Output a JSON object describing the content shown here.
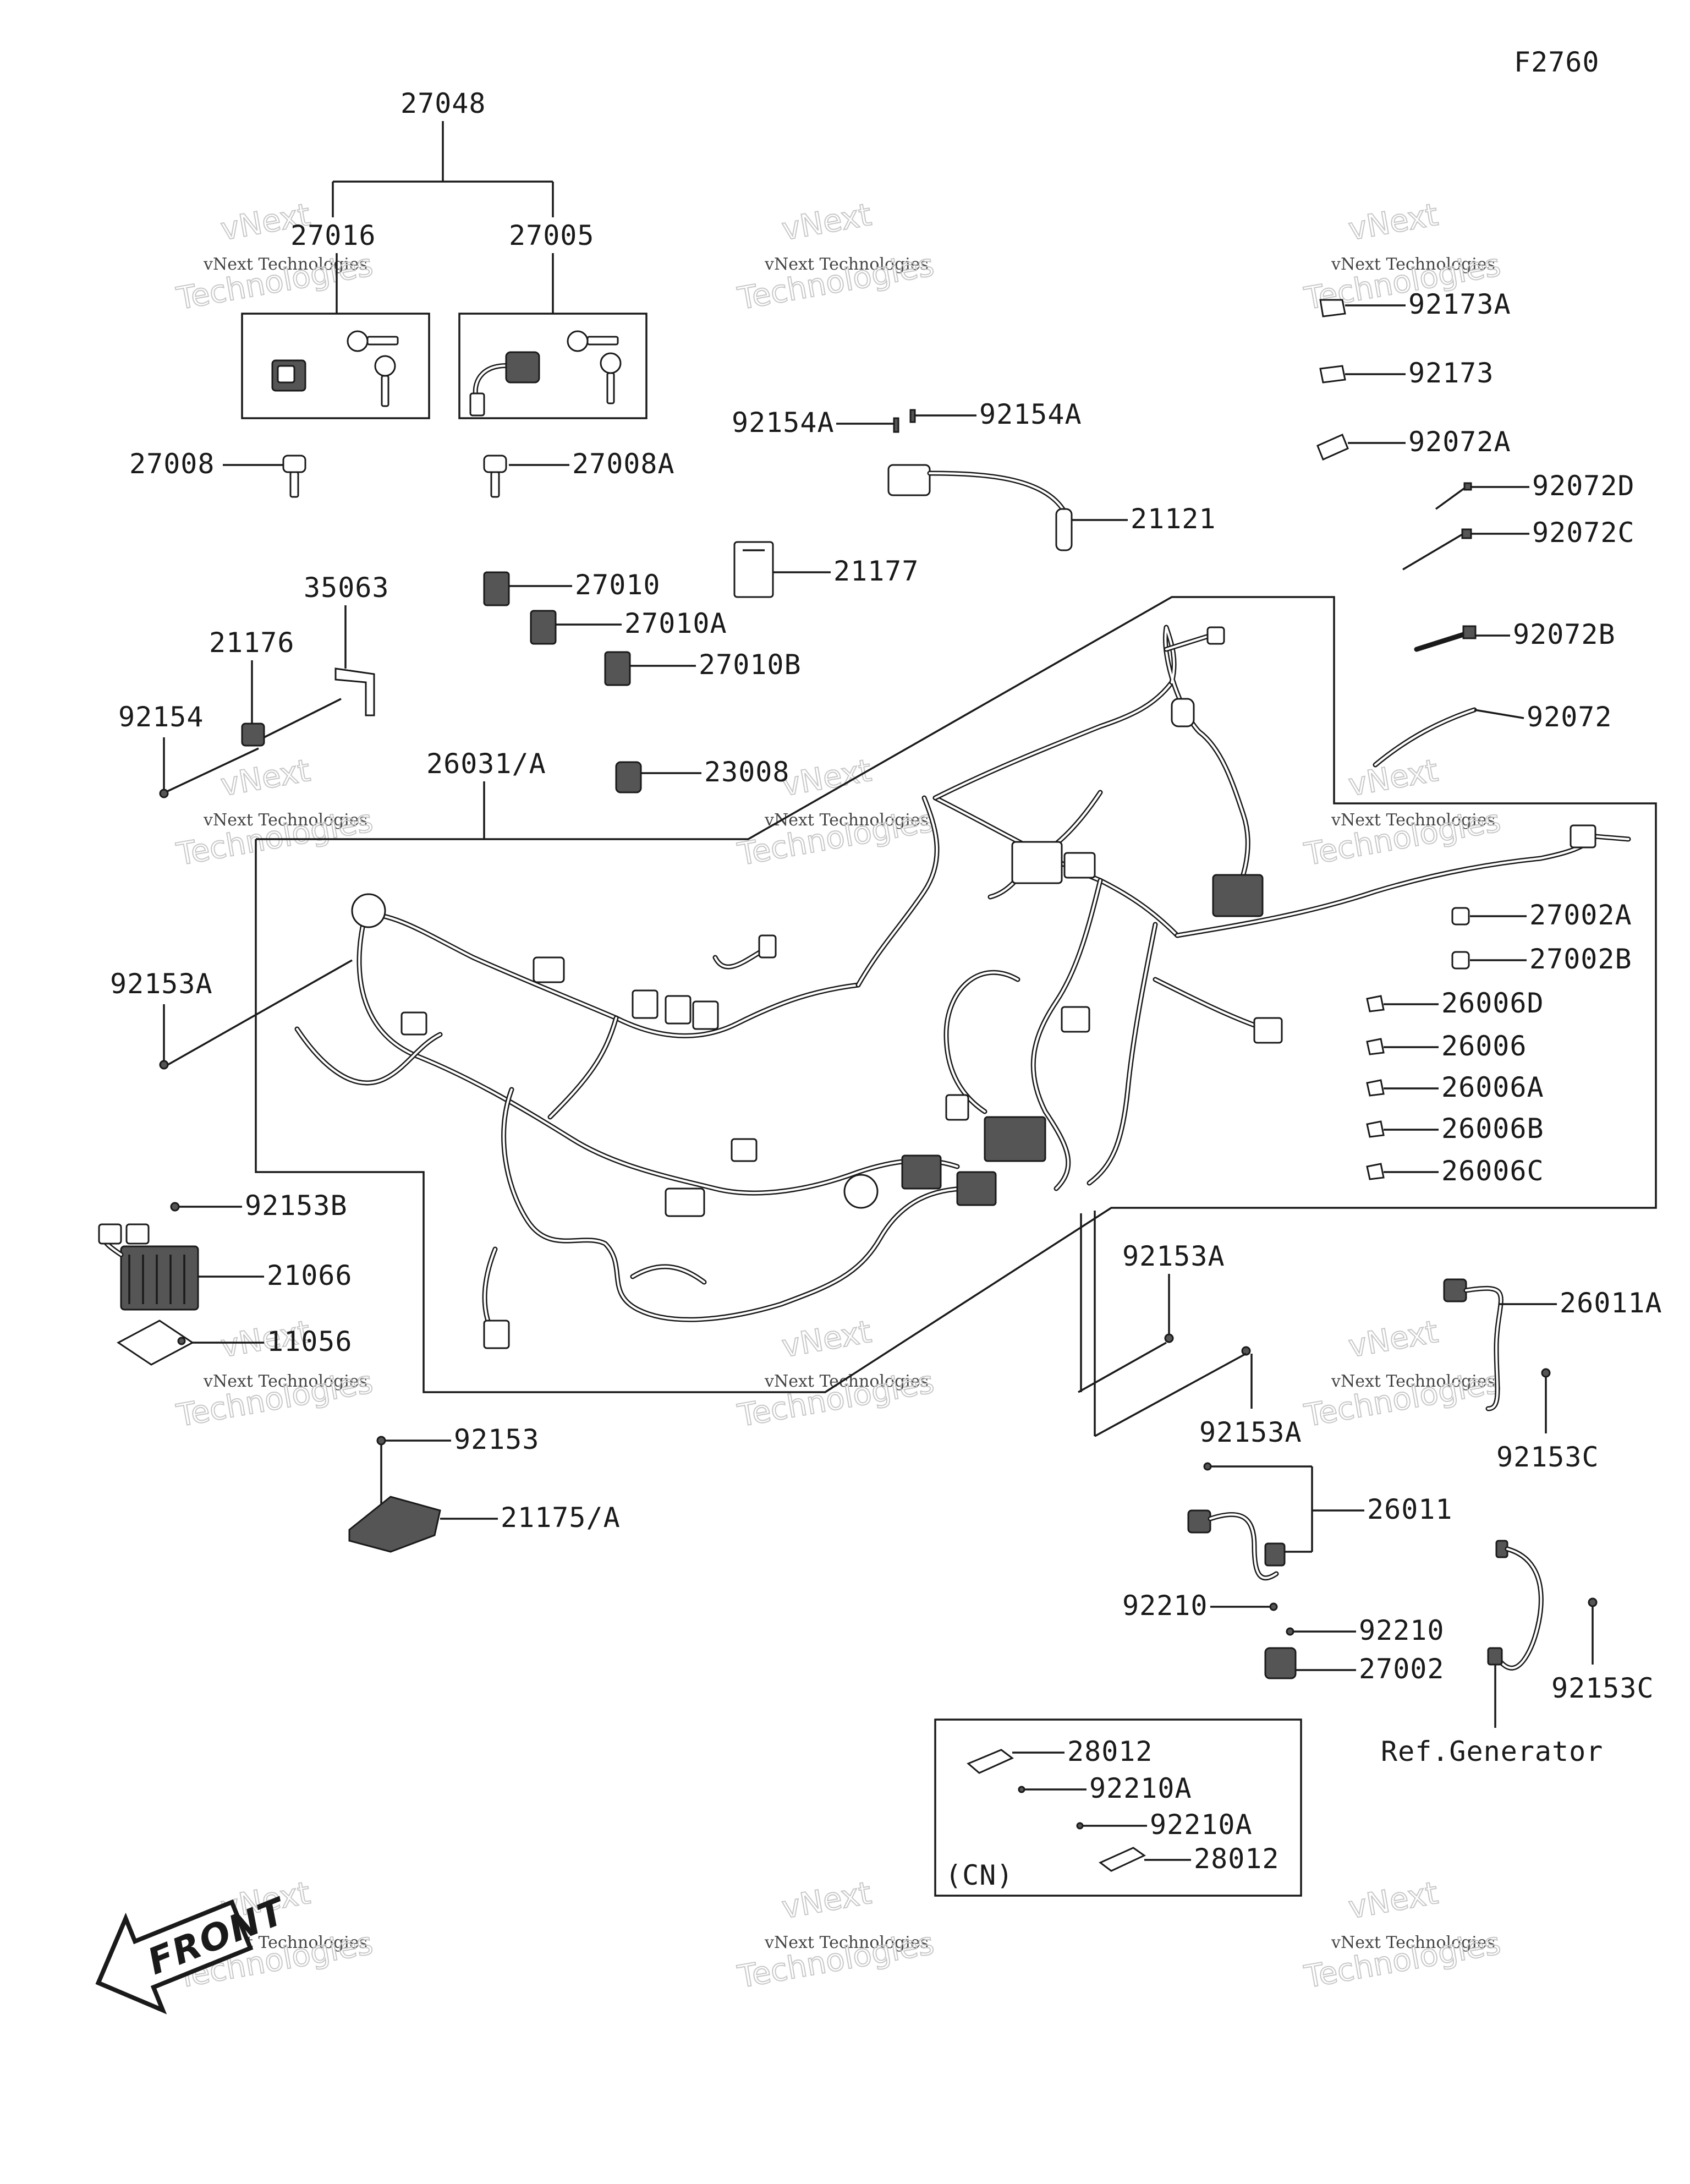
{
  "diagram_code": "F2760",
  "labels": {
    "p27048": "27048",
    "p27016": "27016",
    "p27005": "27005",
    "p27008": "27008",
    "p27008A": "27008A",
    "p92154A_l": "92154A",
    "p92154A_r": "92154A",
    "p21121": "21121",
    "p21177": "21177",
    "p27010": "27010",
    "p27010A": "27010A",
    "p27010B": "27010B",
    "p35063": "35063",
    "p21176": "21176",
    "p92154": "92154",
    "p26031A": "26031/A",
    "p23008": "23008",
    "p92173A": "92173A",
    "p92173": "92173",
    "p92072A": "92072A",
    "p92072D": "92072D",
    "p92072C": "92072C",
    "p92072B": "92072B",
    "p92072": "92072",
    "p27002A": "27002A",
    "p27002B": "27002B",
    "p26006D": "26006D",
    "p26006": "26006",
    "p26006A": "26006A",
    "p26006B": "26006B",
    "p26006C": "26006C",
    "p92153A_l": "92153A",
    "p92153B": "92153B",
    "p21066": "21066",
    "p11056": "11056",
    "p92153": "92153",
    "p21175A": "21175/A",
    "p92153A_m": "92153A",
    "p92153A_r": "92153A",
    "p26011A": "26011A",
    "p92153C_t": "92153C",
    "p26011": "26011",
    "p92210_l": "92210",
    "p92210_r": "92210",
    "p27002": "27002",
    "p92153C_b": "92153C",
    "ref_generator": "Ref.Generator",
    "p28012_t": "28012",
    "p92210A_t": "92210A",
    "p92210A_b": "92210A",
    "p28012_b": "28012",
    "cn": "(CN)"
  },
  "watermark": {
    "line1": "vNext",
    "line2": "vNext Technologies",
    "line3": "Technologies"
  },
  "front_arrow": "FRONT"
}
